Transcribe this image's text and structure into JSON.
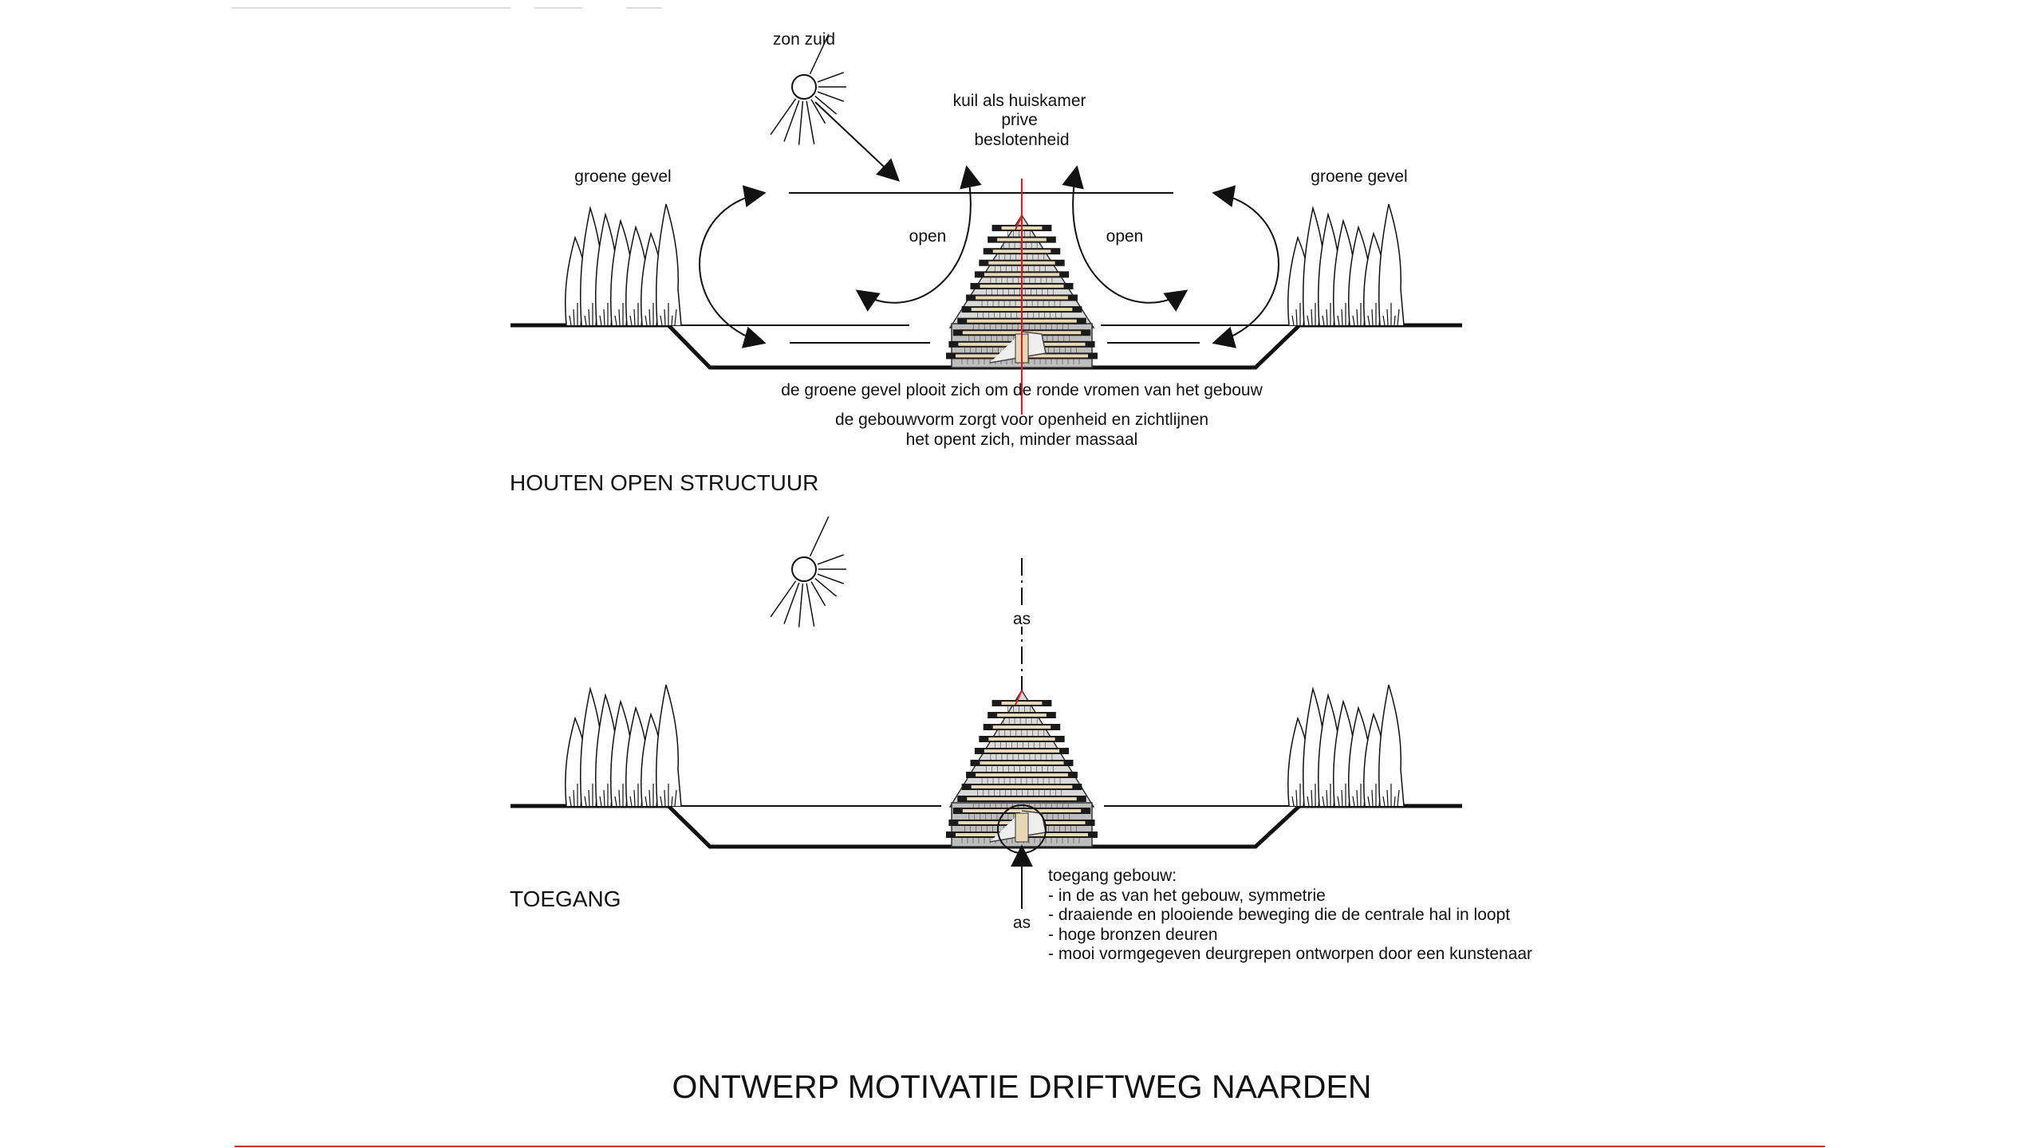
{
  "top_section": {
    "heading": "HOUTEN OPEN STRUCTUUR",
    "sun_label": "zon zuid",
    "center_note": [
      "kuil als huiskamer",
      "prive",
      "beslotenheid"
    ],
    "left_facade_label": "groene gevel",
    "right_facade_label": "groene gevel",
    "open_left": "open",
    "open_right": "open",
    "caption_1": "de groene gevel plooit zich om de ronde vromen van het gebouw",
    "caption_2": "de gebouwvorm zorgt voor openheid en zichtlijnen",
    "caption_3": "het opent zich, minder massaal"
  },
  "bottom_section": {
    "heading": "TOEGANG",
    "axis_label_top": "as",
    "axis_label_bottom": "as",
    "notes": [
      "toegang gebouw:",
      "- in de as van het gebouw, symmetrie",
      "- draaiende en plooiende beweging die de centrale hal in loopt",
      "- hoge bronzen deuren",
      "- mooi vormgegeven deurgrepen ontworpen door een kunstenaar"
    ]
  },
  "title": "ONTWERP MOTIVATIE DRIFTWEG NAARDEN",
  "colors": {
    "axis_red": "#e8141c",
    "ink": "#111111",
    "bottom_rule": "#c0392b"
  }
}
